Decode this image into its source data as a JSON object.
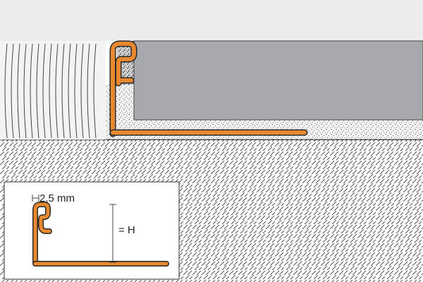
{
  "labels": {
    "thickness": "2,5 mm",
    "height": "= H"
  },
  "colors": {
    "profile_fill": "#e8892f",
    "profile_outline": "#2a2a2a",
    "tile": "#a7a9ac",
    "wall": "#ececec",
    "subfloor_hatch": "#555555",
    "adhesive_dots": "#333333",
    "grout_fill": "#dddddd"
  },
  "parts": [
    "left-floor-covering",
    "tile",
    "tile-adhesive",
    "substrate",
    "edge-profile",
    "detail-inset"
  ]
}
